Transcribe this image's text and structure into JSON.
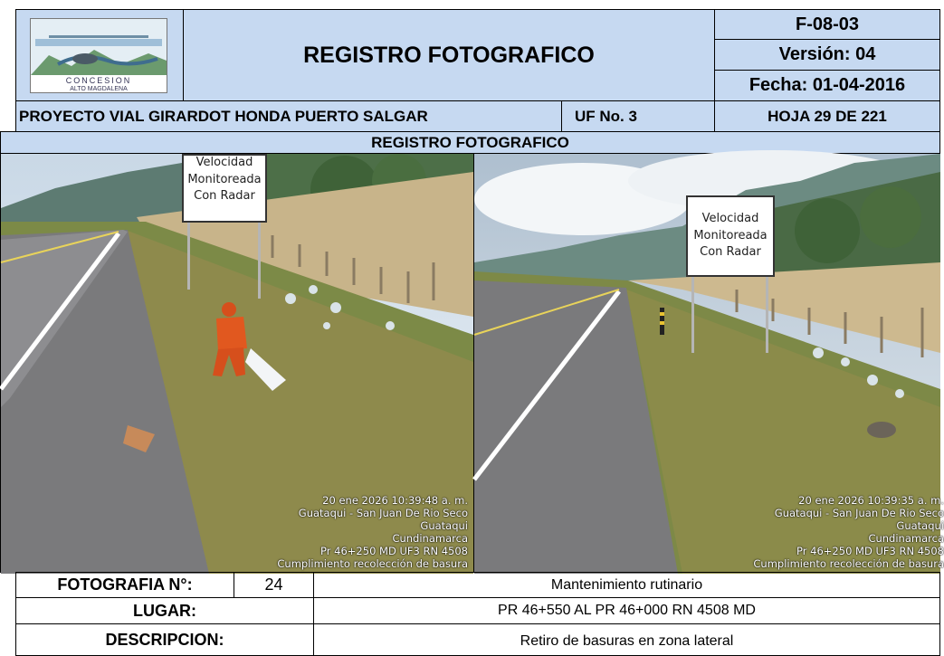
{
  "header": {
    "logo_text_line1": "CONCESION",
    "logo_text_line2": "ALTO MAGDALENA",
    "title": "REGISTRO FOTOGRAFICO",
    "code": "F-08-03",
    "version": "Versión: 04",
    "date": "Fecha: 01-04-2016"
  },
  "project_row": {
    "project": "PROYECTO VIAL GIRARDOT HONDA PUERTO SALGAR",
    "uf": "UF No. 3",
    "sheet": "HOJA 29 DE 221"
  },
  "section_title": "REGISTRO FOTOGRAFICO",
  "photos": [
    {
      "sign": [
        "Velocidad",
        "Monitoreada",
        "Con Radar"
      ],
      "stamp": [
        "20 ene 2026 10:39:48 a. m.",
        "Guataqui - San Juan De Rio Seco",
        "Guataqui",
        "Cundinamarca",
        "Pr 46+250 MD UF3 RN 4508",
        "Cumplimiento recolección de basura"
      ]
    },
    {
      "sign": [
        "Velocidad",
        "Monitoreada",
        "Con Radar"
      ],
      "stamp": [
        "20 ene 2026 10:39:35 a. m.",
        "Guataqui - San Juan De Rio Seco",
        "Guataqui",
        "Cundinamarca",
        "Pr 46+250 MD UF3 RN 4508",
        "Cumplimiento recolección de basura"
      ]
    }
  ],
  "footer": {
    "photo_label": "FOTOGRAFIA N°:",
    "photo_number": "24",
    "activity": "Mantenimiento rutinario",
    "place_label": "LUGAR:",
    "place": "PR 46+550 AL PR 46+000 RN 4508 MD",
    "description_label": "DESCRIPCION:",
    "description": "Retiro de basuras en zona lateral"
  },
  "colors": {
    "header_fill": "#c6d9f1",
    "border": "#000000"
  }
}
